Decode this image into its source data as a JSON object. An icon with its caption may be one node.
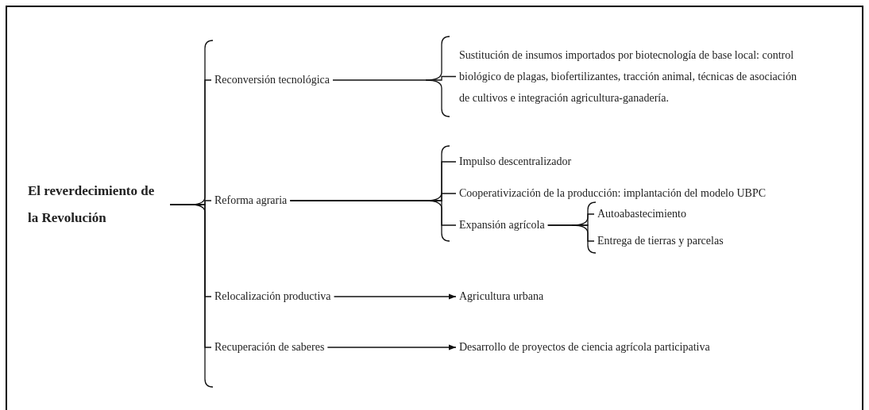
{
  "diagram": {
    "nodes": [
      {
        "text": [
          "El reverdecimiento de la Revolución"
        ]
      },
      {
        "text": [
          "Reconversión tecnológica"
        ]
      },
      {
        "text": [
          "Sustitución de insumos importados por biotecnología de base local: control biológico de plagas, biofertilizantes, tracción animal, técnicas de asociación de cultivos e integración agricultura-ganadería."
        ]
      },
      {
        "text": [
          "Reforma agraria"
        ]
      },
      {
        "text": [
          "Impulso descentralizador"
        ]
      },
      {
        "text": [
          "Cooperativización de la producción: implantación del modelo UBPC"
        ]
      },
      {
        "text": [
          "Expansión agrícola"
        ]
      },
      {
        "text": [
          "Autoabastecimiento"
        ]
      },
      {
        "text": [
          "Entrega de tierras y parcelas"
        ]
      },
      {
        "text": [
          "Relocalización productiva"
        ]
      },
      {
        "text": [
          "Agricultura urbana"
        ]
      },
      {
        "text": [
          "Recuperación de saberes"
        ]
      },
      {
        "text": [
          "Desarrollo de proyectos de ciencia agrícola participativa"
        ]
      }
    ],
    "edges": [
      {
        "from": 0,
        "to": 1,
        "arrow": "none"
      },
      {
        "from": 0,
        "to": 3,
        "arrow": "none"
      },
      {
        "from": 0,
        "to": 9,
        "arrow": "none"
      },
      {
        "from": 0,
        "to": 11,
        "arrow": "none"
      },
      {
        "from": 1,
        "to": 2,
        "arrow": "none"
      },
      {
        "from": 3,
        "to": 4,
        "arrow": "none"
      },
      {
        "from": 3,
        "to": 5,
        "arrow": "none"
      },
      {
        "from": 3,
        "to": 6,
        "arrow": "none"
      },
      {
        "from": 6,
        "to": 7,
        "arrow": "none"
      },
      {
        "from": 6,
        "to": 8,
        "arrow": "none"
      },
      {
        "from": 9,
        "to": 10,
        "arrow": "to"
      },
      {
        "from": 11,
        "to": 12,
        "arrow": "to"
      }
    ]
  }
}
